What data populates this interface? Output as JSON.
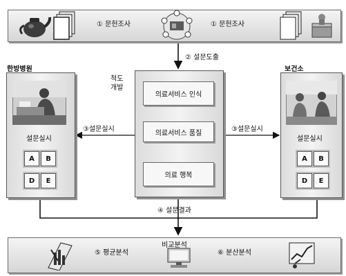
{
  "top": {
    "left_label": "① 문헌조사",
    "right_label": "① 문헌조사"
  },
  "survey_derivation": "② 설문도출",
  "scale_dev": {
    "line1": "척도",
    "line2": "개발"
  },
  "oriental_hospital": {
    "title": "한방병원",
    "panel_label": "설문실시",
    "grid": [
      "A",
      "B",
      "D",
      "E"
    ],
    "arrow_label": "③설문실시"
  },
  "health_center": {
    "title": "보건소",
    "panel_label": "설문실시",
    "grid": [
      "A",
      "B",
      "D",
      "E"
    ],
    "arrow_label": "③설문실시"
  },
  "center_items": [
    "의료서비스 인식",
    "의료서비스 품질",
    "의료 행복"
  ],
  "survey_result": "④ 설문결과",
  "bottom": {
    "compare": "비교분석",
    "left_label": "⑤ 평균분석",
    "right_label": "⑥ 분산분석"
  }
}
